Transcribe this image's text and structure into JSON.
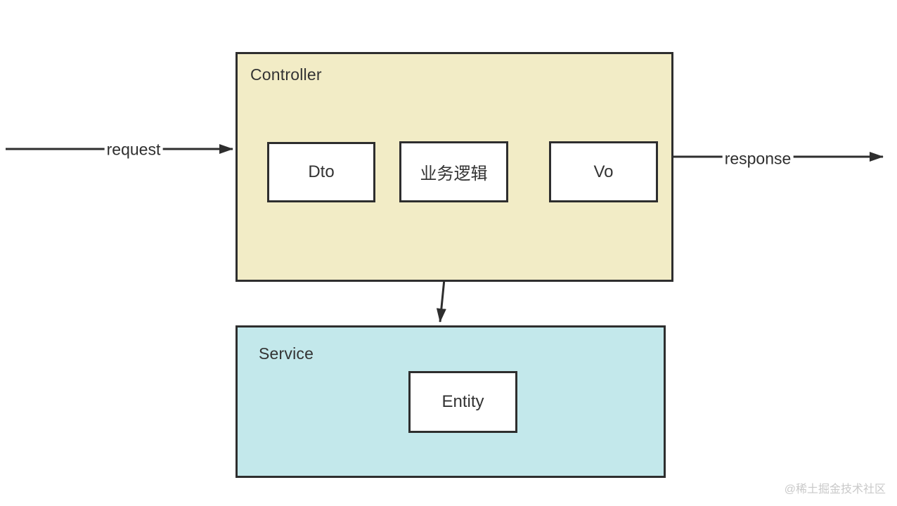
{
  "diagram": {
    "groups": {
      "controller": {
        "label": "Controller",
        "fill": "#f2ecc6"
      },
      "service": {
        "label": "Service",
        "fill": "#c3e8eb"
      }
    },
    "nodes": {
      "dto": "Dto",
      "business_logic": "业务逻辑",
      "vo": "Vo",
      "entity": "Entity"
    },
    "edges": {
      "request_label": "request",
      "response_label": "response"
    },
    "colors": {
      "controller_fill": "#f2ecc6",
      "service_fill": "#c3e8eb",
      "border": "#2e2e2e",
      "text": "#333333",
      "watermark": "#c9c9c9",
      "background": "#ffffff"
    },
    "watermark": "@稀土掘金技术社区"
  }
}
